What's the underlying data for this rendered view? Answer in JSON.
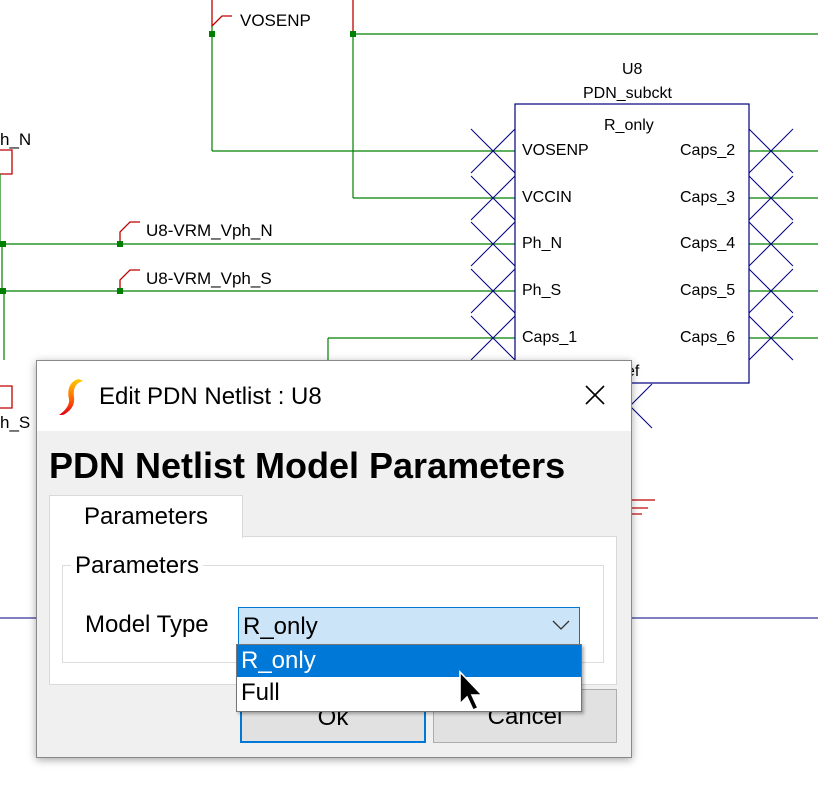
{
  "schematic": {
    "net_labels": {
      "vosenp": "VOSENP",
      "vph_n": "U8-VRM_Vph_N",
      "vph_s": "U8-VRM_Vph_S",
      "left_n": "h_N",
      "left_s": "h_S"
    },
    "component": {
      "refdes": "U8",
      "model": "PDN_subckt",
      "type": "R_only",
      "pins_left": [
        "VOSENP",
        "VCCIN",
        "Ph_N",
        "Ph_S",
        "Caps_1"
      ],
      "pins_right": [
        "Caps_2",
        "Caps_3",
        "Caps_4",
        "Caps_5",
        "Caps_6"
      ],
      "pin_partial": "ef"
    },
    "colors": {
      "wire": "#008000",
      "body": "#000080",
      "pin_x": "#000080",
      "label_stub": "#c00000"
    }
  },
  "dialog": {
    "title": "Edit PDN Netlist : U8",
    "heading": "PDN Netlist Model Parameters",
    "tab_label": "Parameters",
    "group_label": "Parameters",
    "field_label": "Model Type",
    "combo_value": "R_only",
    "options": [
      "R_only",
      "Full"
    ],
    "ok_label": "Ok",
    "cancel_label": "Cancel",
    "icons": {
      "app": "sigrity-logo-icon",
      "close": "close-icon",
      "dropdown": "chevron-down-icon",
      "cursor": "mouse-pointer-icon"
    }
  }
}
